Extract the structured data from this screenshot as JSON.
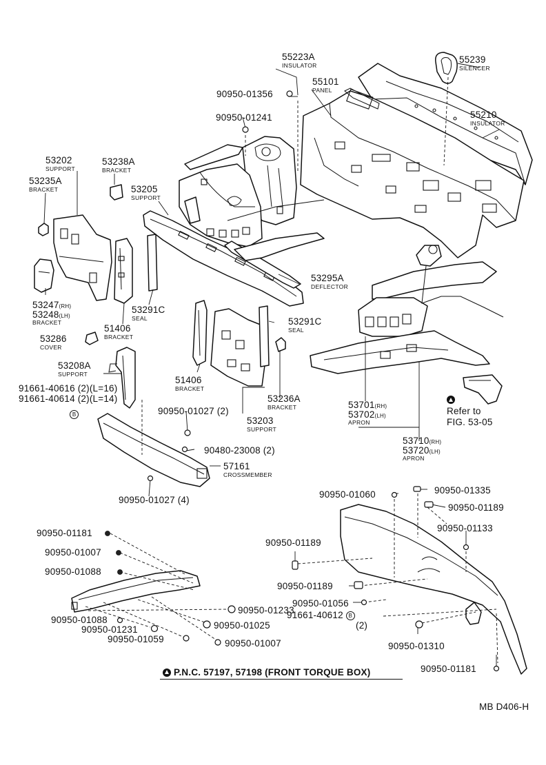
{
  "footer_note": "P.N.C. 57197, 57198 (FRONT TORQUE BOX)",
  "figure_code": "MB D406-H",
  "refer": {
    "line1": "Refer to",
    "line2": "FIG. 53-05"
  },
  "parts": [
    {
      "id": "p55223a",
      "num": "55223A",
      "name": "INSULATOR"
    },
    {
      "id": "p55239",
      "num": "55239",
      "name": "SILENCER"
    },
    {
      "id": "p55101",
      "num": "55101",
      "name": "PANEL"
    },
    {
      "id": "p55210",
      "num": "55210",
      "name": "INSULATOR"
    },
    {
      "id": "p53202",
      "num": "53202",
      "name": "SUPPORT"
    },
    {
      "id": "p53238a",
      "num": "53238A",
      "name": "BRACKET"
    },
    {
      "id": "p53235a",
      "num": "53235A",
      "name": "BRACKET"
    },
    {
      "id": "p53205",
      "num": "53205",
      "name": "SUPPORT"
    },
    {
      "id": "p53295a",
      "num": "53295A",
      "name": "DEFLECTOR"
    },
    {
      "id": "p53247",
      "num": "53247",
      "rh": "(RH)",
      "num2": "53248",
      "lh": "(LH)",
      "name": "BRACKET"
    },
    {
      "id": "p53291c_a",
      "num": "53291C",
      "name": "SEAL"
    },
    {
      "id": "p51406_a",
      "num": "51406",
      "name": "BRACKET"
    },
    {
      "id": "p53291c_b",
      "num": "53291C",
      "name": "SEAL"
    },
    {
      "id": "p53286",
      "num": "53286",
      "name": "COVER"
    },
    {
      "id": "p53208a",
      "num": "53208A",
      "name": "SUPPORT"
    },
    {
      "id": "p51406_b",
      "num": "51406",
      "name": "BRACKET"
    },
    {
      "id": "p53236a",
      "num": "53236A",
      "name": "BRACKET"
    },
    {
      "id": "p53203",
      "num": "53203",
      "name": "SUPPORT"
    },
    {
      "id": "p53701",
      "num": "53701",
      "rh": "(RH)",
      "num2": "53702",
      "lh": "(LH)",
      "name": "APRON"
    },
    {
      "id": "p53710",
      "num": "53710",
      "rh": "(RH)",
      "num2": "53720",
      "lh": "(LH)",
      "name": "APRON"
    },
    {
      "id": "p57161",
      "num": "57161",
      "name": "CROSSMEMBER"
    }
  ],
  "fasteners": {
    "f01356": "90950-01356",
    "f01241": "90950-01241",
    "f40616": "91661-40616 (2)(L=16)",
    "f40614": "91661-40614 (2)(L=14)",
    "b_marker": "B",
    "f01027_2": "90950-01027 (2)",
    "f23008": "90480-23008 (2)",
    "f01027_4": "90950-01027 (4)",
    "f01060": "90950-01060",
    "f01335": "90950-01335",
    "f01189_a": "90950-01189",
    "f01133": "90950-01133",
    "f01181_a": "90950-01181",
    "f01189_b": "90950-01189",
    "f01007_a": "90950-01007",
    "f01088_a": "90950-01088",
    "f01189_c": "90950-01189",
    "f01056": "90950-01056",
    "f40612": "91661-40612",
    "f40612_qty": "(2)",
    "f01233": "90950-01233",
    "f01088_b": "90950-01088",
    "f01025": "90950-01025",
    "f01231": "90950-01231",
    "f01059": "90950-01059",
    "f01007_b": "90950-01007",
    "f01310": "90950-01310",
    "f01181_b": "90950-01181"
  }
}
